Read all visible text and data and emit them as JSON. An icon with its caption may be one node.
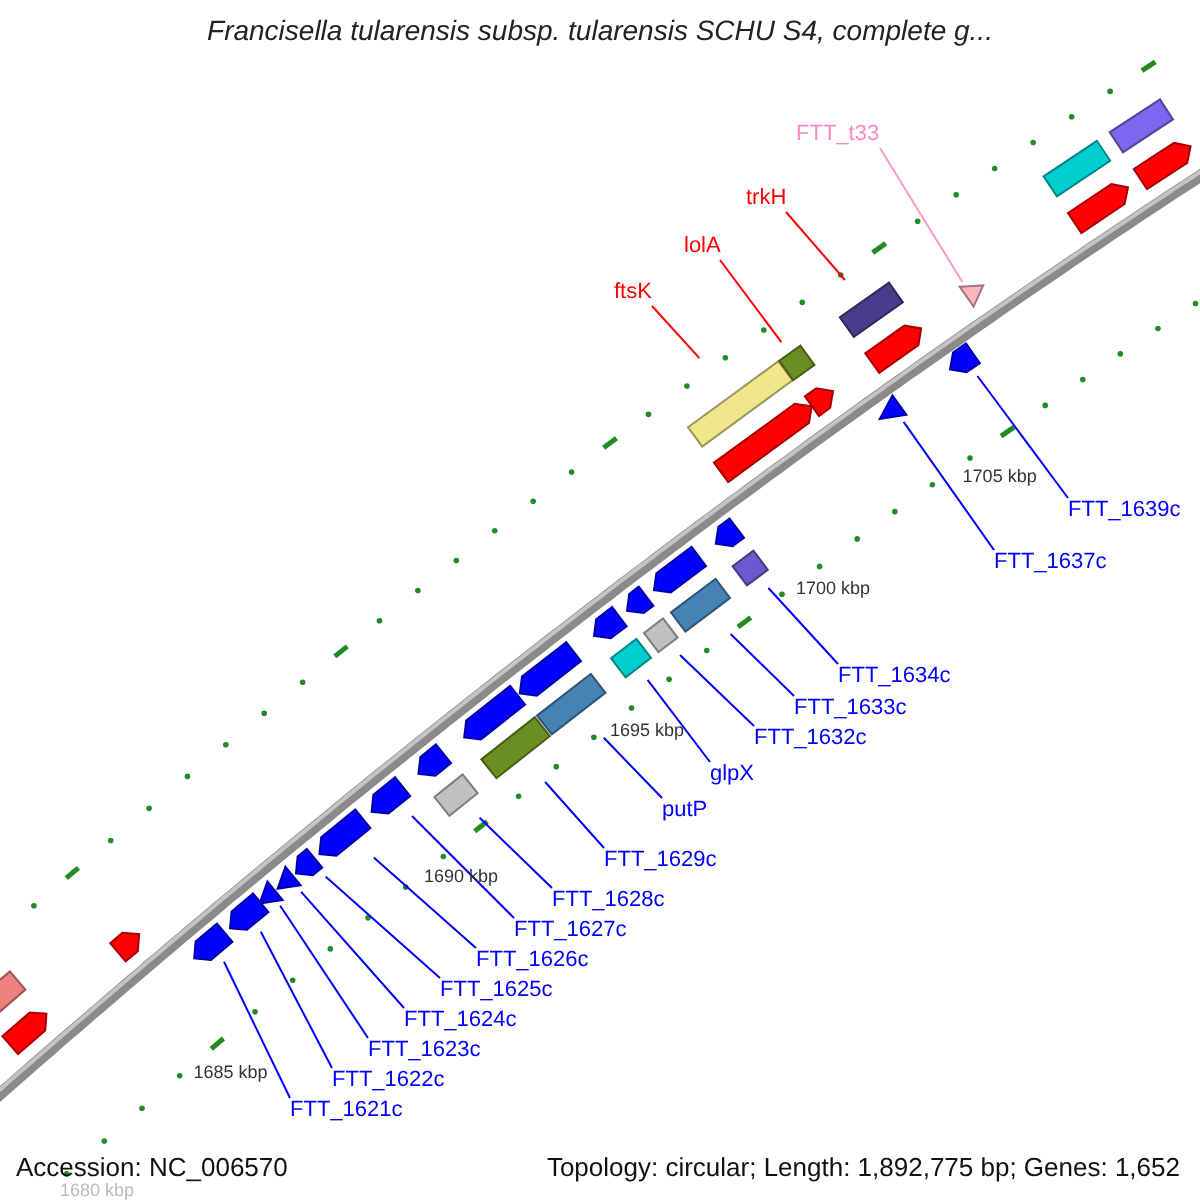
{
  "diagram": {
    "title": "Francisella tularensis subsp. tularensis SCHU S4, complete g...",
    "nodes": [
      {
        "text": [
          "FTT_t33"
        ]
      },
      {
        "text": [
          "trkH"
        ]
      },
      {
        "text": [
          "lolA"
        ]
      },
      {
        "text": [
          "ftsK"
        ]
      },
      {
        "text": [
          "FTT_1639c"
        ]
      },
      {
        "text": [
          "FTT_1637c"
        ]
      },
      {
        "text": [
          "FTT_1634c"
        ]
      },
      {
        "text": [
          "FTT_1633c"
        ]
      },
      {
        "text": [
          "FTT_1632c"
        ]
      },
      {
        "text": [
          "glpX"
        ]
      },
      {
        "text": [
          "putP"
        ]
      },
      {
        "text": [
          "FTT_1629c"
        ]
      },
      {
        "text": [
          "FTT_1628c"
        ]
      },
      {
        "text": [
          "FTT_1627c"
        ]
      },
      {
        "text": [
          "FTT_1626c"
        ]
      },
      {
        "text": [
          "FTT_1625c"
        ]
      },
      {
        "text": [
          "FTT_1624c"
        ]
      },
      {
        "text": [
          "FTT_1623c"
        ]
      },
      {
        "text": [
          "FTT_1622c"
        ]
      },
      {
        "text": [
          "FTT_1621c"
        ]
      },
      {
        "text": [],
        "shape": "pentagon"
      },
      {
        "text": [],
        "shape": "pentagon"
      },
      {
        "text": [],
        "shape": "triangle"
      },
      {
        "text": [],
        "shape": "triangle"
      },
      {
        "text": [],
        "shape": "pentagon"
      },
      {
        "text": [],
        "shape": "pentagon"
      },
      {
        "text": [],
        "shape": "pentagon"
      },
      {
        "text": [],
        "shape": "box"
      },
      {
        "text": [],
        "shape": "box"
      },
      {
        "text": [],
        "shape": "box"
      },
      {
        "text": [],
        "shape": "box"
      },
      {
        "text": [],
        "shape": "box"
      },
      {
        "text": [],
        "shape": "box"
      },
      {
        "text": [],
        "shape": "box"
      },
      {
        "text": [],
        "shape": "box"
      },
      {
        "text": [],
        "shape": "box"
      },
      {
        "text": [],
        "shape": "triangle"
      },
      {
        "text": [],
        "shape": "box"
      },
      {
        "text": [],
        "shape": "pentagon"
      },
      {
        "text": [],
        "shape": "triangle"
      }
    ],
    "edges": [
      {
        "from": 0,
        "to": 39,
        "arrow": "none",
        "color": "#ff99cc"
      },
      {
        "from": 1,
        "to": 37,
        "arrow": "none",
        "color": "#ff0000"
      },
      {
        "from": 2,
        "to": 35,
        "arrow": "none",
        "color": "#ff0000"
      },
      {
        "from": 3,
        "to": 34,
        "arrow": "none",
        "color": "#ff0000"
      },
      {
        "from": 4,
        "to": 38,
        "arrow": "none"
      },
      {
        "from": 5,
        "to": 36,
        "arrow": "none"
      },
      {
        "from": 6,
        "to": 33,
        "arrow": "none"
      },
      {
        "from": 7,
        "to": 32,
        "arrow": "none"
      },
      {
        "from": 8,
        "to": 31,
        "arrow": "none"
      },
      {
        "from": 9,
        "to": 30,
        "arrow": "none"
      },
      {
        "from": 10,
        "to": 29,
        "arrow": "none"
      },
      {
        "from": 11,
        "to": 28,
        "arrow": "none"
      },
      {
        "from": 12,
        "to": 27,
        "arrow": "none"
      },
      {
        "from": 13,
        "to": 26,
        "arrow": "none"
      },
      {
        "from": 14,
        "to": 25,
        "arrow": "none"
      },
      {
        "from": 15,
        "to": 24,
        "arrow": "none"
      },
      {
        "from": 16,
        "to": 23,
        "arrow": "none"
      },
      {
        "from": 17,
        "to": 22,
        "arrow": "none"
      },
      {
        "from": 18,
        "to": 21,
        "arrow": "none"
      },
      {
        "from": 19,
        "to": 20,
        "arrow": "none"
      }
    ],
    "labels": [
      "1705 kbp",
      "1700 kbp",
      "1695 kbp",
      "1690 kbp",
      "1685 kbp",
      "1680 kbp",
      "Accession: NC_006570",
      "Topology: circular; Length: 1,892,775 bp; Genes: 1,652"
    ]
  }
}
